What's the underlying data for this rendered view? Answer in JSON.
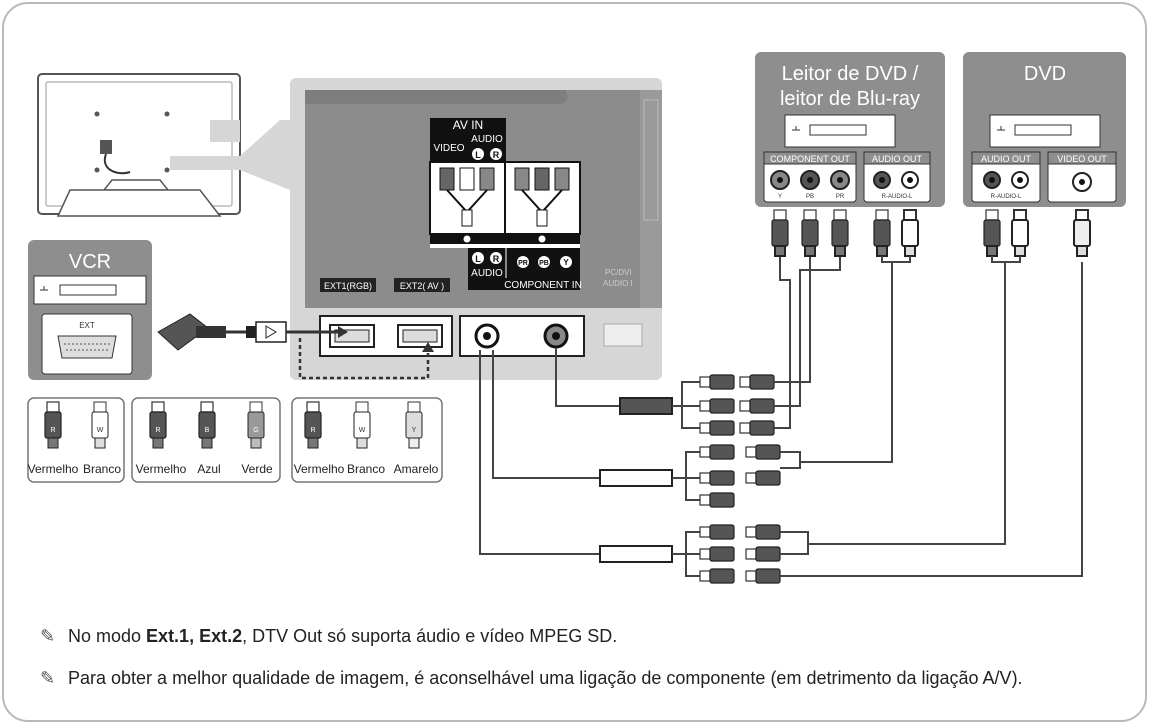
{
  "devices": {
    "dvd_bluray": {
      "title_line1": "Leitor de DVD /",
      "title_line2": "leitor de Blu-ray",
      "component_out": "COMPONENT OUT",
      "audio_out": "AUDIO OUT",
      "y": "Y",
      "pb": "PB",
      "pr": "PR",
      "audio_rl": "R-AUDIO-L"
    },
    "dvd": {
      "title": "DVD",
      "audio_out": "AUDIO OUT",
      "video_out": "VIDEO OUT",
      "audio_rl": "R-AUDIO-L"
    },
    "vcr": {
      "title": "VCR",
      "ext": "EXT"
    }
  },
  "tv_panel": {
    "av_in": "AV IN",
    "audio": "AUDIO",
    "video": "VIDEO",
    "l": "L",
    "r": "R",
    "audio_bottom": "AUDIO",
    "component_in": "COMPONENT IN",
    "pr": "PR",
    "pb": "PB",
    "y": "Y",
    "ext1": "EXT1(RGB)",
    "ext2": "EXT2( AV )",
    "pc_dvi": "PC/DVI",
    "audio_in_cut": "AUDIO I"
  },
  "legend": {
    "group1": [
      "Vermelho",
      "Branco"
    ],
    "group2": [
      "Vermelho",
      "Azul",
      "Verde"
    ],
    "group3": [
      "Vermelho",
      "Branco",
      "Amarelo"
    ],
    "plug_letters": {
      "r": "R",
      "w": "W",
      "b": "B",
      "g": "G",
      "y": "Y"
    }
  },
  "notes": {
    "note1_pre": "No modo ",
    "note1_bold": "Ext.1, Ext.2",
    "note1_post": ", DTV Out só suporta áudio e vídeo MPEG SD.",
    "note2": "Para obter a melhor qualidade de imagem, é aconselhável uma ligação de componente (em detrimento da ligação A/V)."
  },
  "colors": {
    "panel_dark": "#8c8c8c",
    "panel_light": "#d6d6d6",
    "device_box": "#8e8e8e",
    "text_white": "#ffffff"
  }
}
